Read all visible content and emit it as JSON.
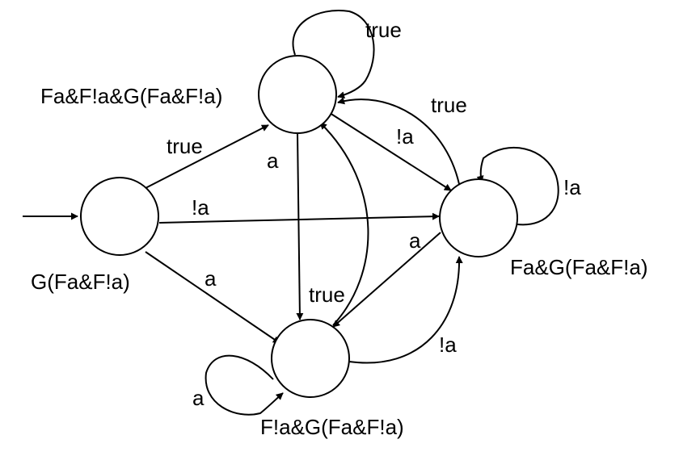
{
  "diagram": {
    "states": {
      "s0": {
        "label": "G(Fa&F!a)"
      },
      "s1": {
        "label": "Fa&F!a&G(Fa&F!a)"
      },
      "s2": {
        "label": "Fa&G(Fa&F!a)"
      },
      "s3": {
        "label": "F!a&G(Fa&F!a)"
      }
    },
    "edges": {
      "s0_s1": "true",
      "s0_s2": "!a",
      "s0_s3": "a",
      "s1_self": "true",
      "s1_s2": "!a",
      "s1_s3": "a",
      "s2_s1": "true",
      "s2_self": "!a",
      "s2_s3": "a",
      "s3_s1": "true",
      "s3_s2": "!a",
      "s3_self": "a"
    }
  }
}
